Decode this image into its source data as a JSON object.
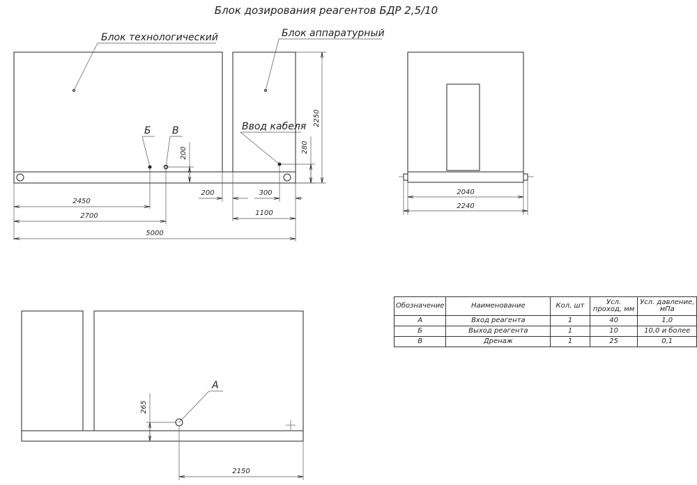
{
  "title": "Блок дозирования реагентов БДР 2,5/10",
  "labels": {
    "tech_block": "Блок технологический",
    "apparatus_block": "Блок аппаратурный",
    "cable_input": "Ввод кабеля",
    "port_b": "Б",
    "port_v": "В",
    "port_a": "А"
  },
  "dimensions": {
    "front": {
      "d2250": "2250",
      "d200v": "200",
      "d280": "280",
      "d2450": "2450",
      "d2700": "2700",
      "d5000": "5000",
      "d200h": "200",
      "d300": "300",
      "d1100": "1100"
    },
    "side": {
      "d2040": "2040",
      "d2240": "2240"
    },
    "rear": {
      "d265": "265",
      "d2150": "2150"
    }
  },
  "table": {
    "headers": [
      "Обозначение",
      "Наименование",
      "Кол, шт",
      "Усл. проход, мм",
      "Усл. давление, мПа"
    ],
    "rows": [
      [
        "А",
        "Вход реагента",
        "1",
        "40",
        "1,0"
      ],
      [
        "Б",
        "Выход реагента",
        "1",
        "10",
        "10,0 и более"
      ],
      [
        "В",
        "Дренаж",
        "1",
        "25",
        "0,1"
      ]
    ]
  }
}
